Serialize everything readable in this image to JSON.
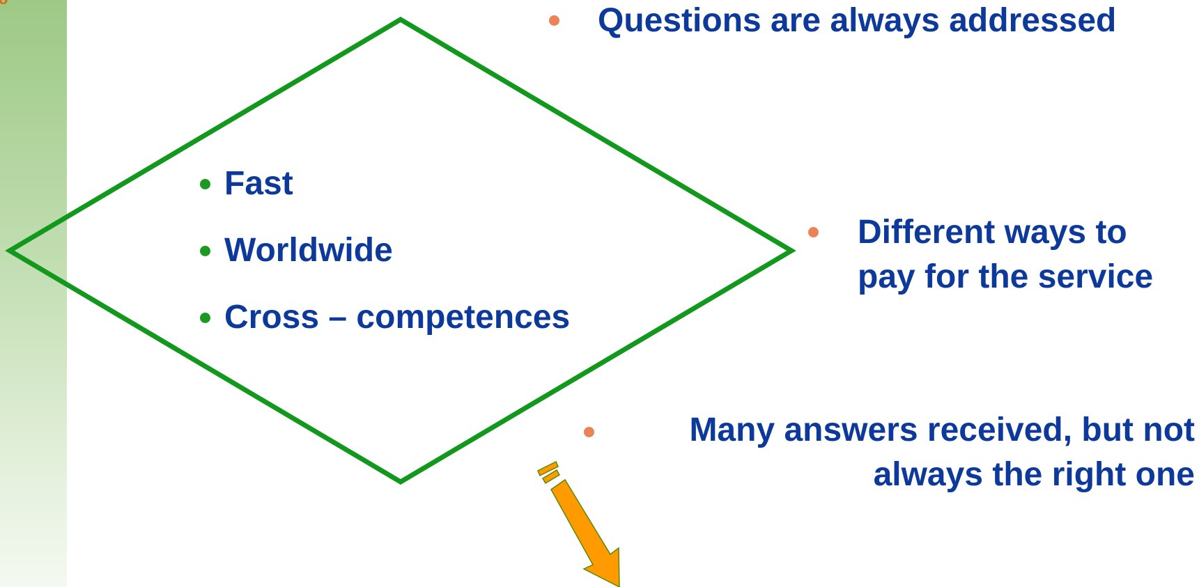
{
  "left_band": {
    "corner_mark": "o"
  },
  "diamond": {
    "stroke_color": "#12981c",
    "items": [
      {
        "label": "Fast"
      },
      {
        "label": "Worldwide"
      },
      {
        "label": "Cross – competences"
      }
    ]
  },
  "notes": [
    {
      "lines": [
        "Questions are always addressed"
      ]
    },
    {
      "lines": [
        "Different ways to",
        "pay for the service"
      ]
    },
    {
      "lines": [
        "Many answers received, but not",
        "always the right one"
      ]
    }
  ],
  "arrow": {
    "icon": "down-right-arrow-icon",
    "fill_color": "#ff9a00",
    "outline_color": "#5a8a00"
  },
  "colors": {
    "text": "#0d3a9a",
    "inner_bullet": "#1a9a23",
    "outer_bullet": "#ec8358",
    "band": "#9dc985"
  }
}
